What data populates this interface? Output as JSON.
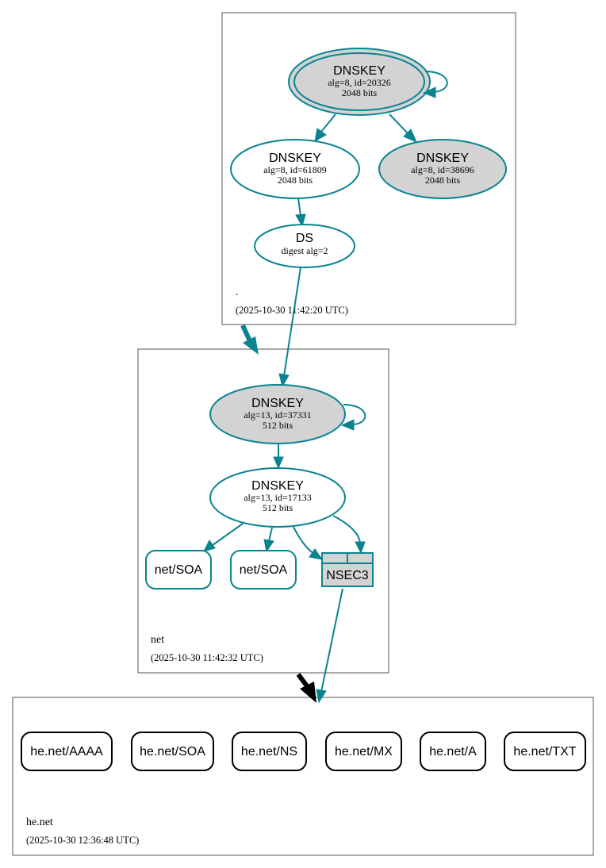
{
  "zones": {
    "root": {
      "name": ".",
      "timestamp": "(2025-10-30 11:42:20 UTC)"
    },
    "net": {
      "name": "net",
      "timestamp": "(2025-10-30 11:42:32 UTC)"
    },
    "henet": {
      "name": "he.net",
      "timestamp": "(2025-10-30 12:36:48 UTC)"
    }
  },
  "root_nodes": {
    "ksk": {
      "title": "DNSKEY",
      "line1": "alg=8, id=20326",
      "line2": "2048 bits"
    },
    "zsk": {
      "title": "DNSKEY",
      "line1": "alg=8, id=61809",
      "line2": "2048 bits"
    },
    "zsk2": {
      "title": "DNSKEY",
      "line1": "alg=8, id=38696",
      "line2": "2048 bits"
    },
    "ds": {
      "title": "DS",
      "line1": "digest alg=2"
    }
  },
  "net_nodes": {
    "ksk": {
      "title": "DNSKEY",
      "line1": "alg=13, id=37331",
      "line2": "512 bits"
    },
    "zsk": {
      "title": "DNSKEY",
      "line1": "alg=13, id=17133",
      "line2": "512 bits"
    },
    "soa1": "net/SOA",
    "soa2": "net/SOA",
    "nsec3": "NSEC3"
  },
  "henet_records": [
    "he.net/AAAA",
    "he.net/SOA",
    "he.net/NS",
    "he.net/MX",
    "he.net/A",
    "he.net/TXT"
  ],
  "colors": {
    "edge": "#0a8391",
    "node_fill_gray": "#d3d3d3",
    "zone_border": "#555555"
  }
}
